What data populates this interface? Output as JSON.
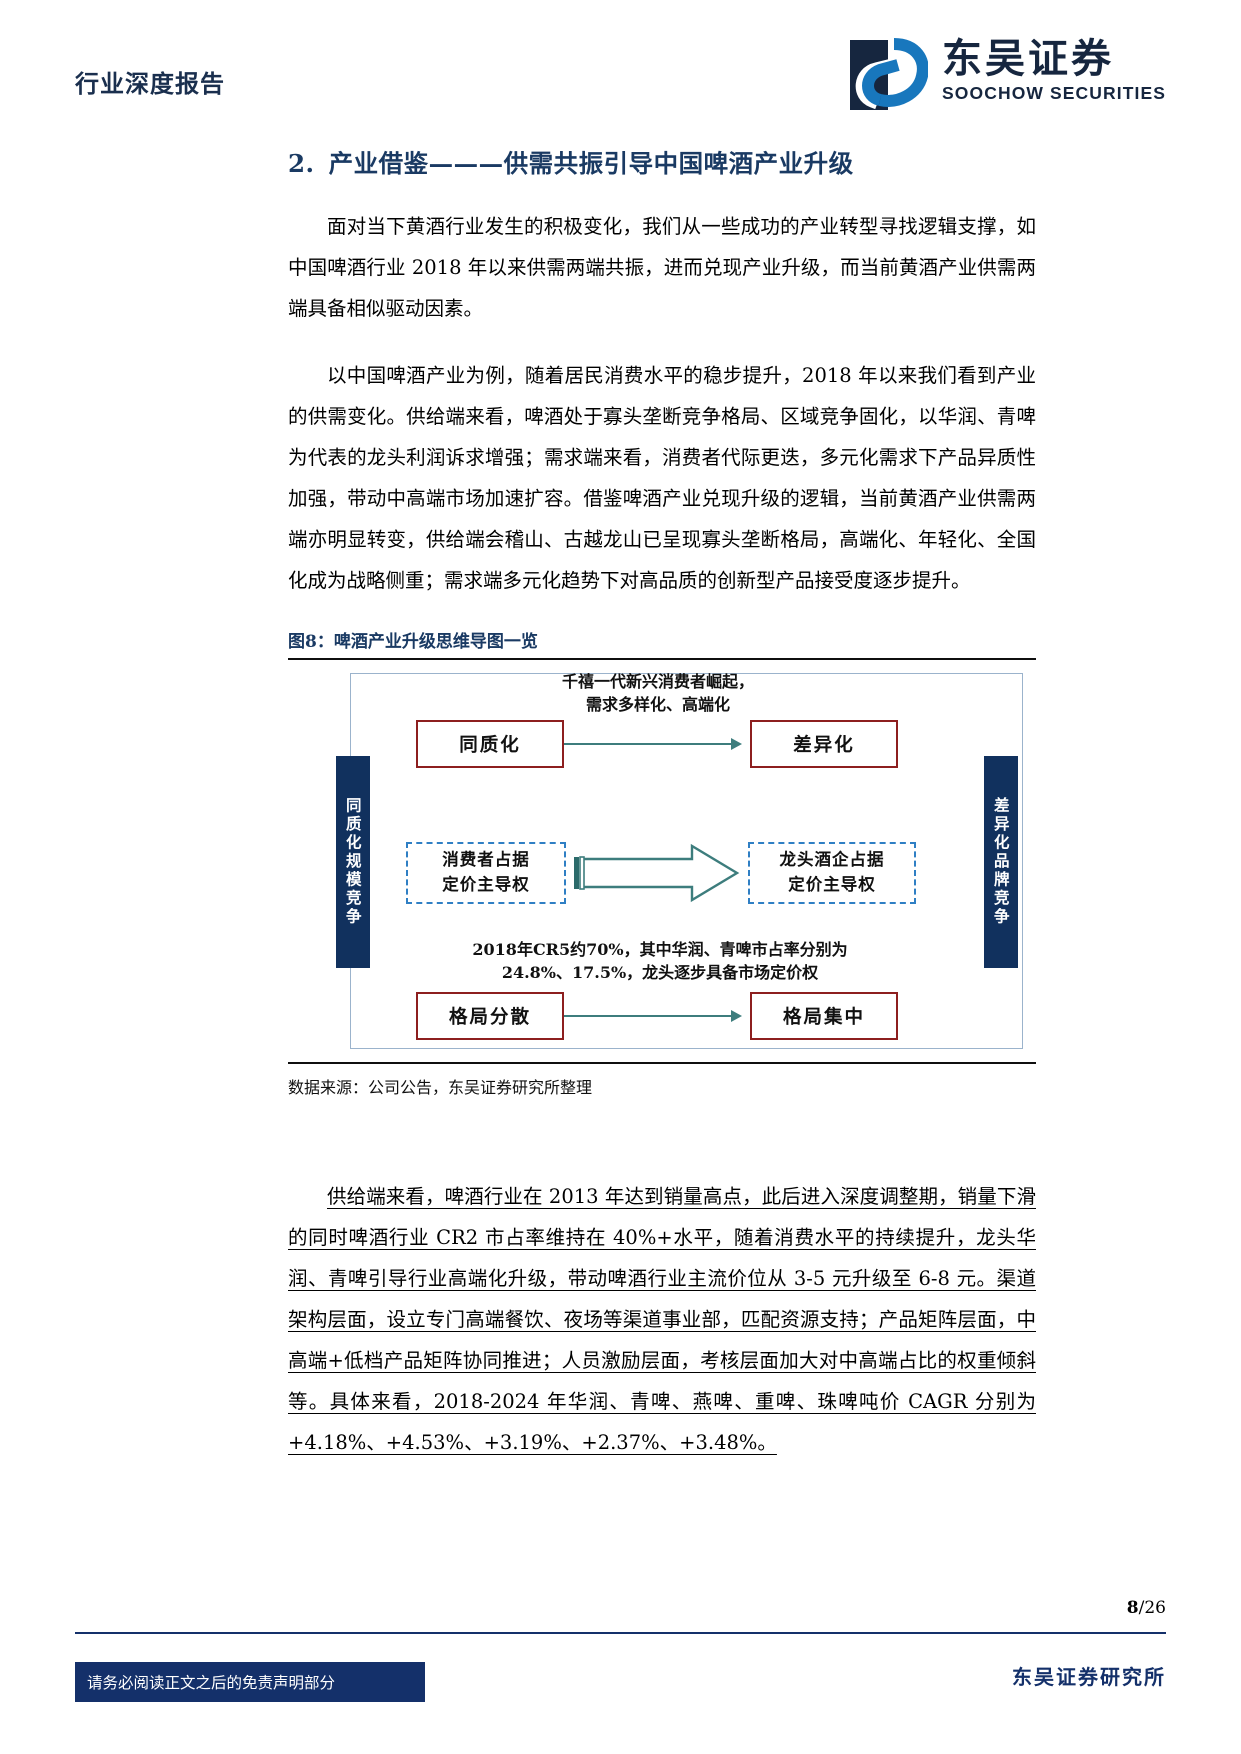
{
  "header": {
    "report_type": "行业深度报告",
    "brand_cn": "东吴证券",
    "brand_en": "SOOCHOW SECURITIES",
    "brand_color": "#16263f",
    "accent_blue": "#0f6fb5"
  },
  "section": {
    "number": "2.",
    "title": "产业借鉴———供需共振引导中国啤酒产业升级"
  },
  "paragraphs": {
    "p1": "面对当下黄酒行业发生的积极变化，我们从一些成功的产业转型寻找逻辑支撑，如中国啤酒行业 2018 年以来供需两端共振，进而兑现产业升级，而当前黄酒产业供需两端具备相似驱动因素。",
    "p2": "以中国啤酒产业为例，随着居民消费水平的稳步提升，2018 年以来我们看到产业的供需变化。供给端来看，啤酒处于寡头垄断竞争格局、区域竞争固化，以华润、青啤为代表的龙头利润诉求增强；需求端来看，消费者代际更迭，多元化需求下产品异质性加强，带动中高端市场加速扩容。借鉴啤酒产业兑现升级的逻辑，当前黄酒产业供需两端亦明显转变，供给端会稽山、古越龙山已呈现寡头垄断格局，高端化、年轻化、全国化成为战略侧重；需求端多元化趋势下对高品质的创新型产品接受度逐步提升。",
    "p3": "供给端来看，啤酒行业在 2013 年达到销量高点，此后进入深度调整期，销量下滑的同时啤酒行业 CR2 市占率维持在 40%+水平，随着消费水平的持续提升，龙头华润、青啤引导行业高端化升级，带动啤酒行业主流价位从 3-5 元升级至 6-8 元。渠道架构层面，设立专门高端餐饮、夜场等渠道事业部，匹配资源支持；产品矩阵层面，中高端+低档产品矩阵协同推进；人员激励层面，考核层面加大对中高端占比的权重倾斜等。具体来看，2018-2024 年华润、青啤、燕啤、重啤、珠啤吨价 CAGR 分别为+4.18%、+4.53%、+3.19%、+2.37%、+3.48%。"
  },
  "figure": {
    "caption": "图8：啤酒产业升级思维导图一览",
    "source": "数据来源：公司公告，东吴证券研究所整理",
    "left_bar_label": "同质化规模竞争",
    "right_bar_label": "差异化品牌竞争",
    "note_top_line1": "千禧一代新兴消费者崛起，",
    "note_top_line2": "需求多样化、高端化",
    "box_top_left": "同质化",
    "box_top_right": "差异化",
    "box_mid_left_line1": "消费者占据",
    "box_mid_left_line2": "定价主导权",
    "box_mid_right_line1": "龙头酒企占据",
    "box_mid_right_line2": "定价主导权",
    "note_bottom_line1": "2018年CR5约70%，其中华润、青啤市占率分别为",
    "note_bottom_line2": "24.8%、17.5%，龙头逐步具备市场定价权",
    "box_bottom_left": "格局分散",
    "box_bottom_right": "格局集中",
    "colors": {
      "navy_bar": "#11315e",
      "red_box_border": "#8d1f1f",
      "dashed_box_border": "#2f7fc4",
      "arrow": "#3d7d7d",
      "frame": "#9bb3cc"
    }
  },
  "footer": {
    "page_current": "8",
    "page_sep": "/",
    "page_total": "26",
    "disclaimer": "请务必阅读正文之后的免责声明部分",
    "firm": "东吴证券研究所"
  }
}
